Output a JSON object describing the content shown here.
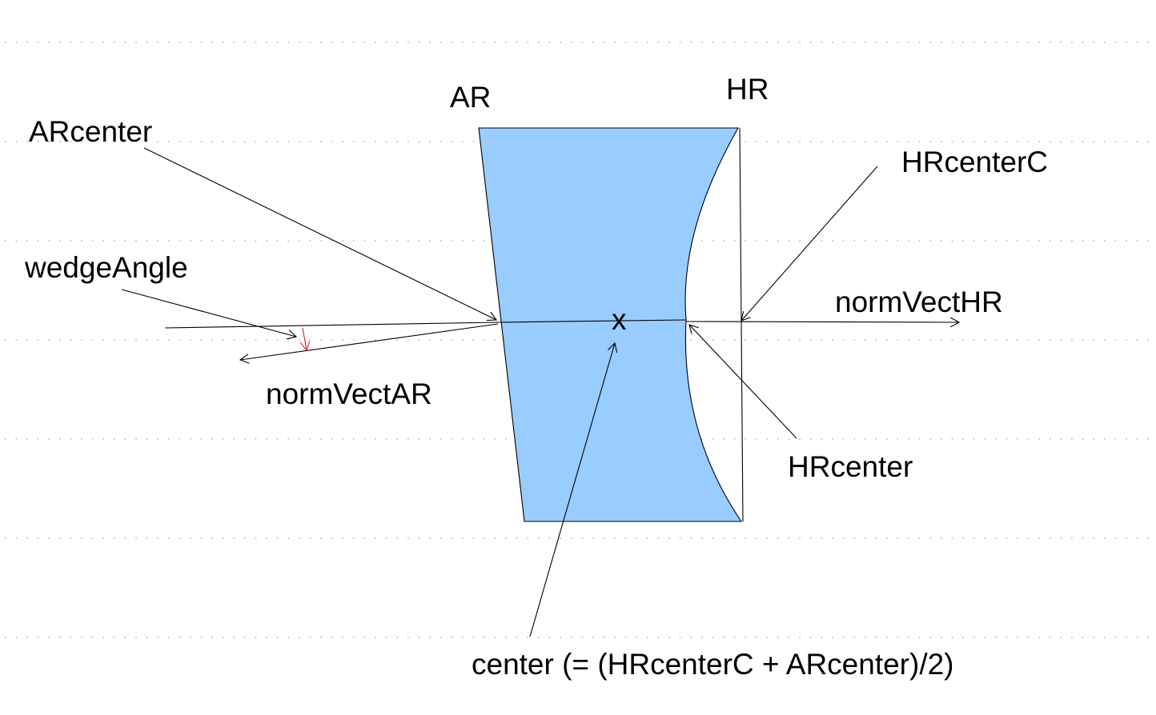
{
  "labels": {
    "ar": "AR",
    "hr": "HR",
    "ar_center": "ARcenter",
    "hr_center_c": "HRcenterC",
    "wedge_angle": "wedgeAngle",
    "norm_vect_hr": "normVectHR",
    "norm_vect_ar": "normVectAR",
    "hr_center": "HRcenter",
    "center_mark": "x",
    "center_formula": "center (= (HRcenterC + ARcenter)/2)"
  },
  "colors": {
    "optic_fill": "#99ccff",
    "line": "#000000",
    "angle_marker": "#e02020",
    "grid_dot": "#c8c8c8"
  }
}
